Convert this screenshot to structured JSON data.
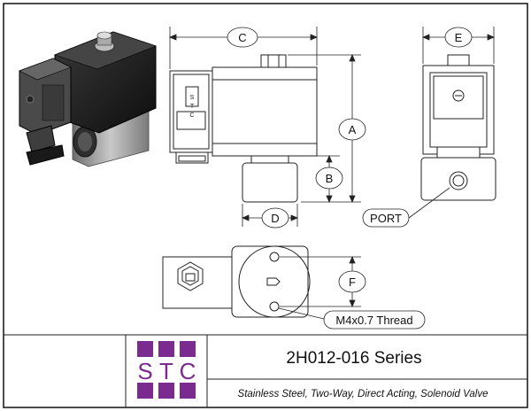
{
  "title_block": {
    "logo_text": "STC",
    "logo_letters": [
      "S",
      "T",
      "C"
    ],
    "series": "2H012-016 Series",
    "description": "Stainless Steel, Two-Way, Direct Acting, Solenoid Valve",
    "logo_color": "#7b2a8f"
  },
  "dimensions": {
    "a": "A",
    "b": "B",
    "c": "C",
    "d": "D",
    "e": "E",
    "f": "F"
  },
  "callouts": {
    "port": "PORT",
    "thread": "M4x0.7 Thread"
  },
  "connector_marking": [
    "S",
    "T",
    "C"
  ]
}
